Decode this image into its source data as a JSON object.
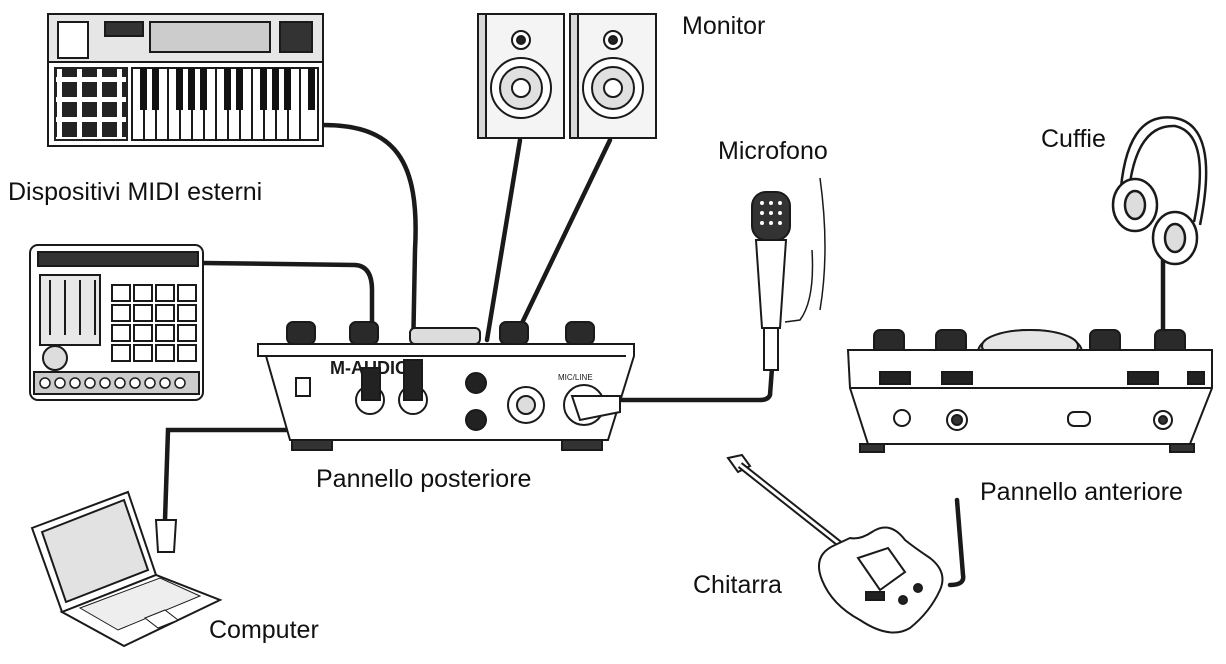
{
  "labels": {
    "midi_devices": "Dispositivi MIDI esterni",
    "monitor": "Monitor",
    "microphone": "Microfono",
    "headphones": "Cuffie",
    "rear_panel": "Pannello posteriore",
    "front_panel": "Pannello anteriore",
    "guitar": "Chitarra",
    "computer": "Computer"
  },
  "device": {
    "brand": "M-AUDIO",
    "mic_input_label": "MIC/LINE"
  },
  "colors": {
    "line": "#1a1a1a",
    "fill": "#ffffff",
    "shade": "#d9d9d9",
    "dark": "#2a2a2a"
  }
}
